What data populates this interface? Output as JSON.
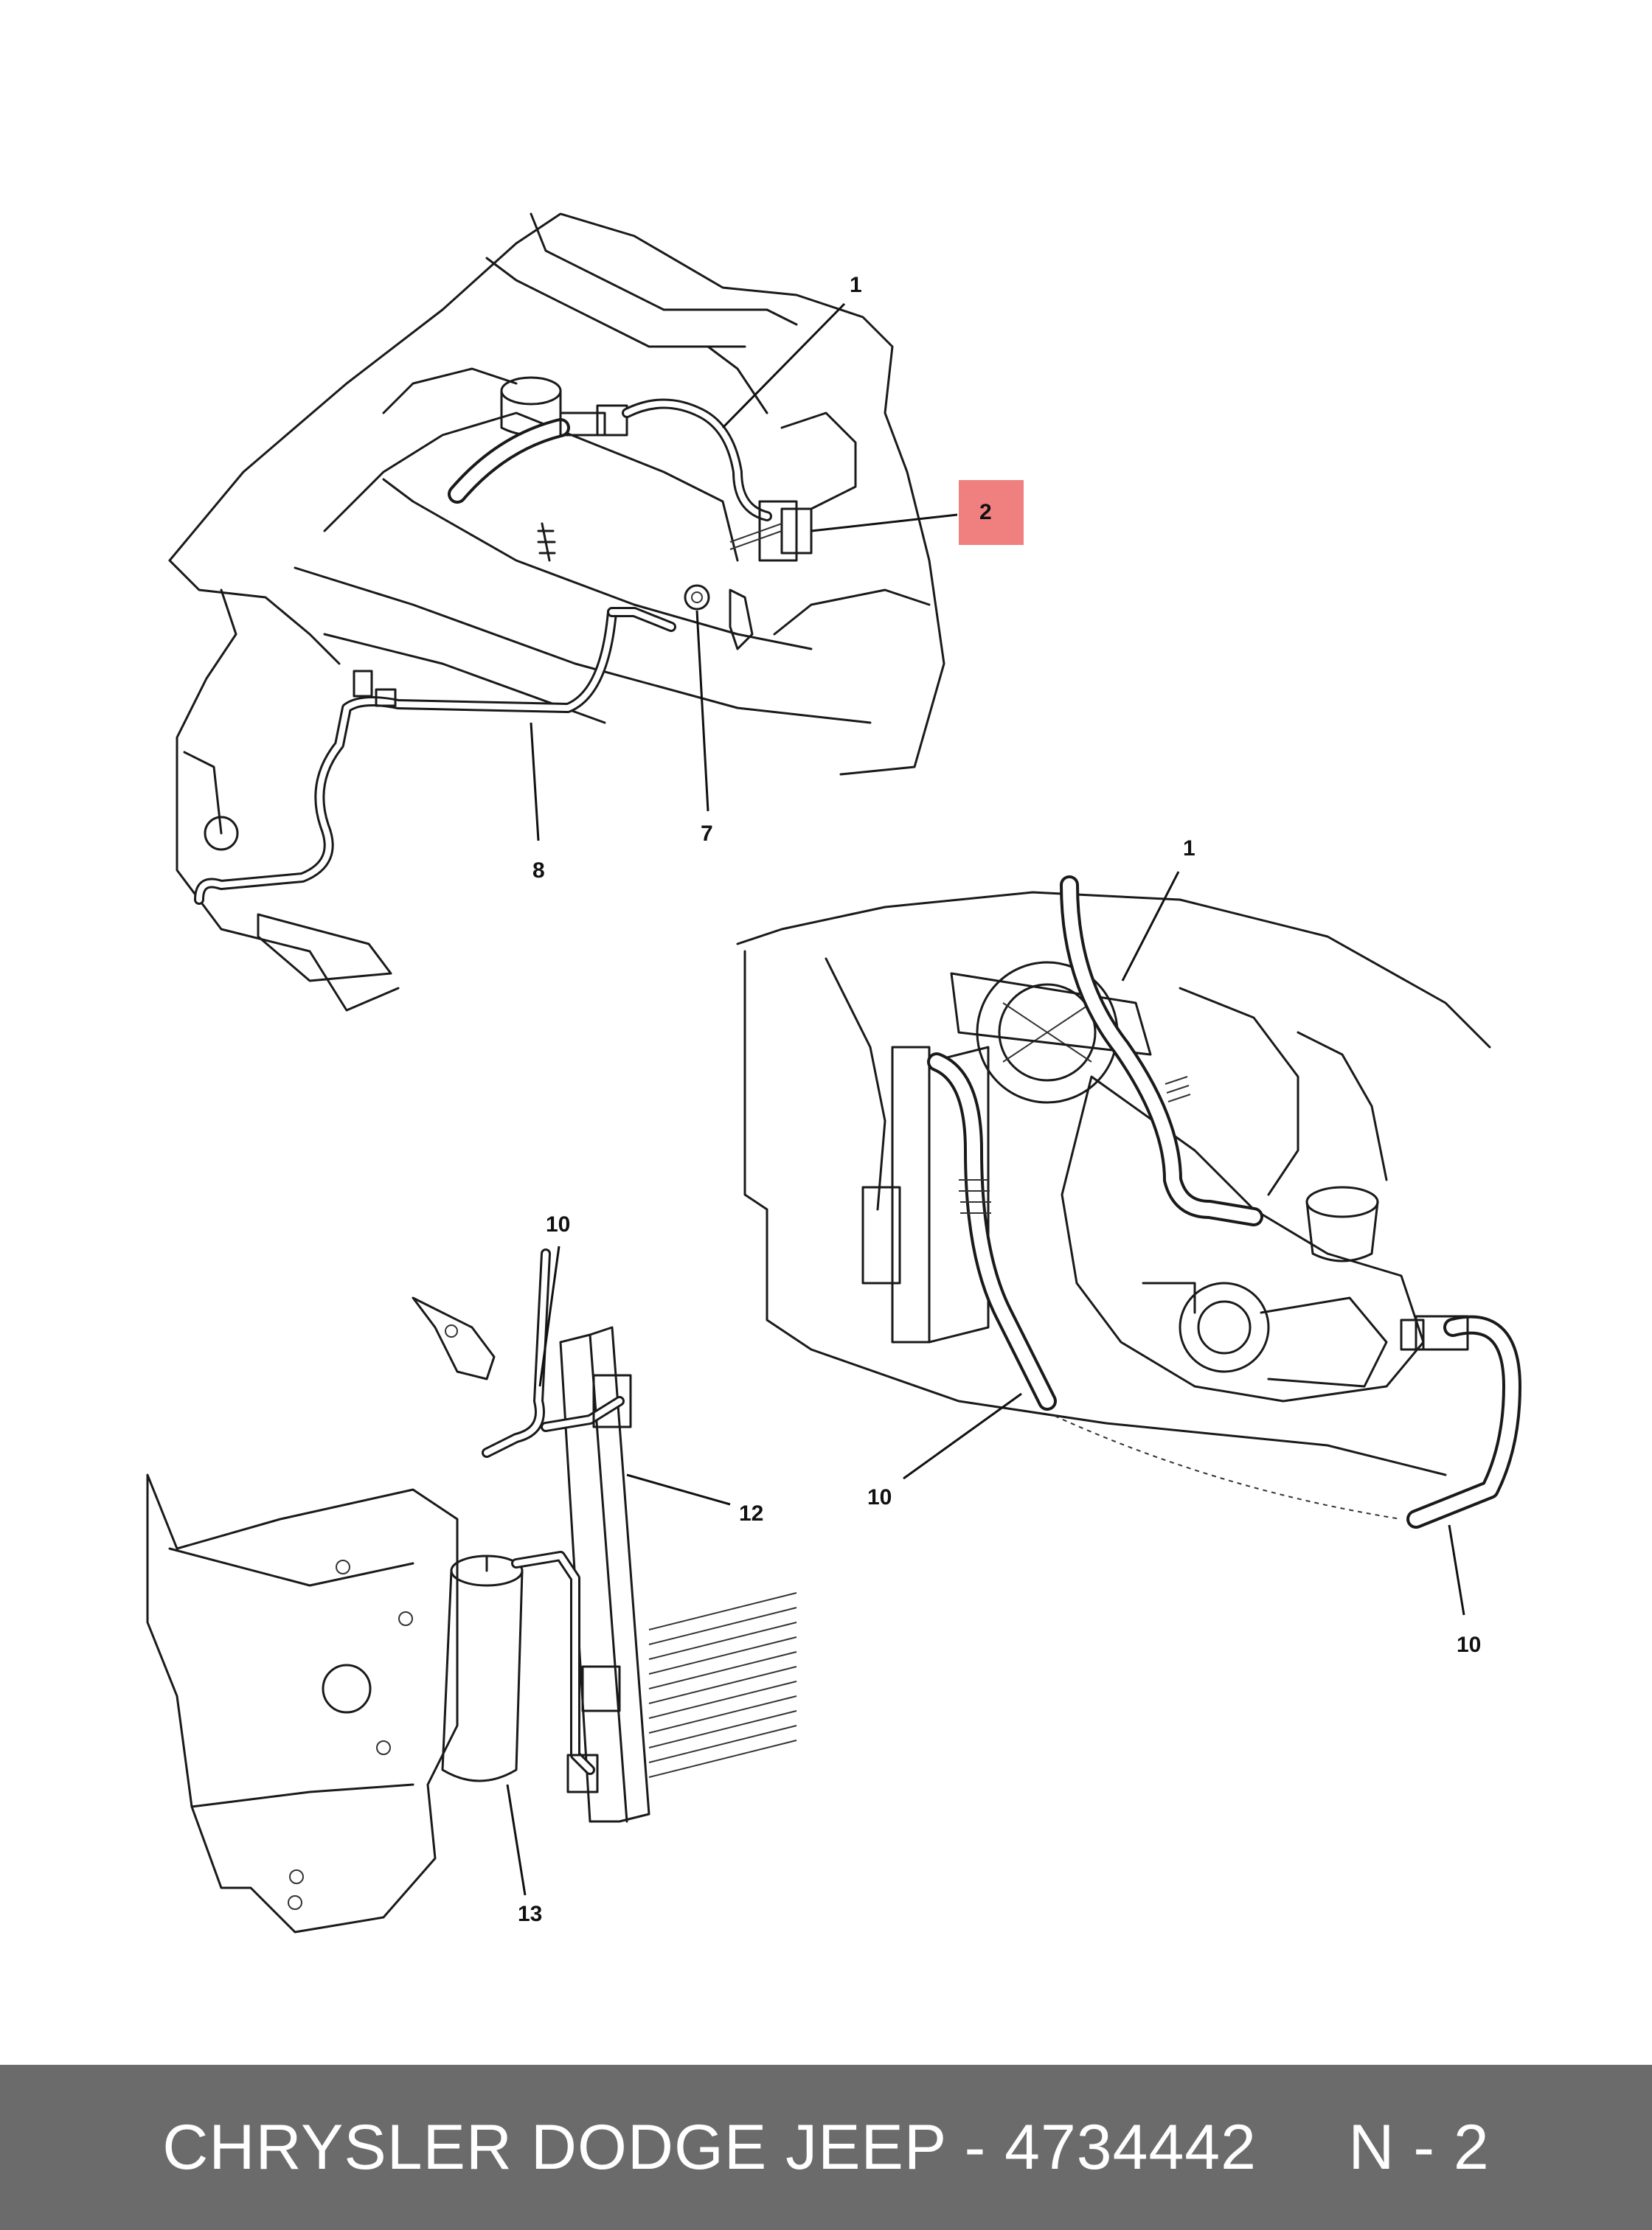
{
  "callouts": {
    "top_1": "1",
    "top_2": "2",
    "top_7": "7",
    "top_8": "8",
    "right_1": "1",
    "right_10a": "10",
    "right_10b": "10",
    "left_10": "10",
    "left_12": "12",
    "left_13": "13"
  },
  "highlight_color": "#f08080",
  "footer": {
    "text": "CHRYSLER DODGE JEEP - 4734442     N - 2"
  }
}
